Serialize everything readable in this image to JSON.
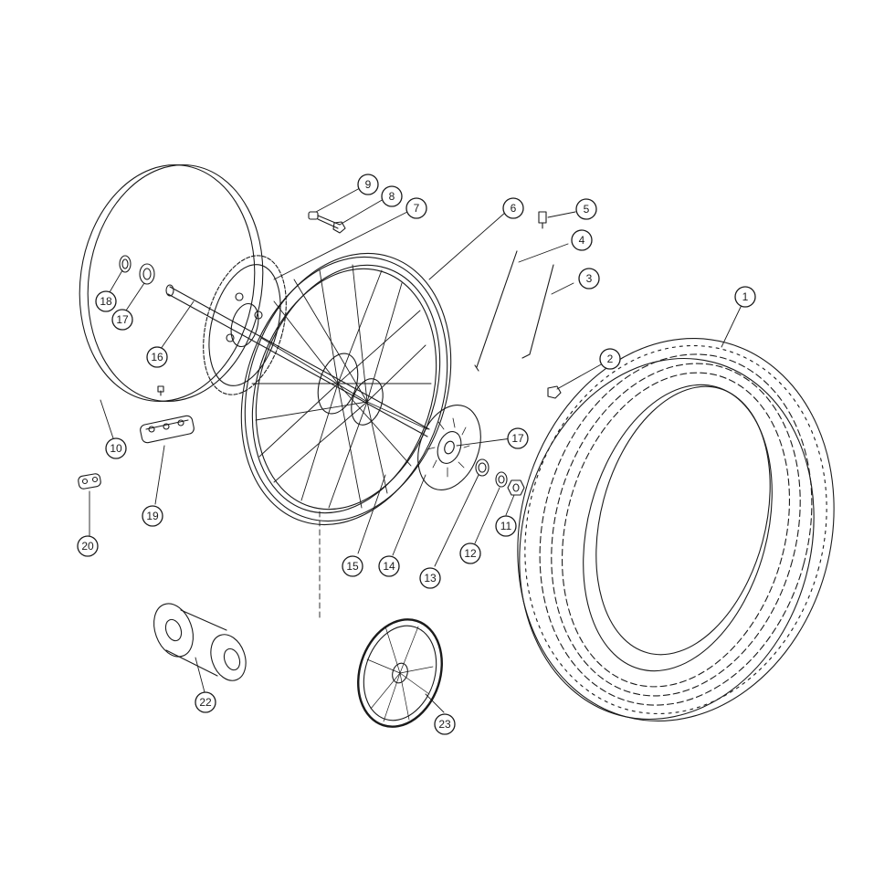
{
  "diagram": {
    "type": "exploded-parts-view",
    "colors": {
      "line": "#1a1a1a",
      "faint": "#9a9a9a",
      "background": "#ffffff"
    },
    "callouts": [
      {
        "id": "c1",
        "label": "1",
        "part": "tyre"
      },
      {
        "id": "c2",
        "label": "2",
        "part": "spoke-nipple-nut"
      },
      {
        "id": "c3",
        "label": "3",
        "part": "spoke-outer"
      },
      {
        "id": "c4",
        "label": "4",
        "part": "spoke-inner"
      },
      {
        "id": "c5",
        "label": "5",
        "part": "valve"
      },
      {
        "id": "c6",
        "label": "6",
        "part": "rim"
      },
      {
        "id": "c7",
        "label": "7",
        "part": "sprocket"
      },
      {
        "id": "c8",
        "label": "8",
        "part": "nut"
      },
      {
        "id": "c9",
        "label": "9",
        "part": "bolt"
      },
      {
        "id": "c10",
        "label": "10",
        "part": "cover-disc"
      },
      {
        "id": "c11",
        "label": "11",
        "part": "nut"
      },
      {
        "id": "c12",
        "label": "12",
        "part": "washer"
      },
      {
        "id": "c13",
        "label": "13",
        "part": "spacer"
      },
      {
        "id": "c14",
        "label": "14",
        "part": "brake-disc"
      },
      {
        "id": "c15",
        "label": "15",
        "part": "wheel-axle"
      },
      {
        "id": "c16",
        "label": "16",
        "part": "axle-shaft"
      },
      {
        "id": "c17a",
        "label": "17",
        "part": "bearing-left"
      },
      {
        "id": "c17b",
        "label": "17",
        "part": "bearing-right"
      },
      {
        "id": "c18",
        "label": "18",
        "part": "seal"
      },
      {
        "id": "c19",
        "label": "19",
        "part": "chain"
      },
      {
        "id": "c20",
        "label": "20",
        "part": "chain-link"
      },
      {
        "id": "c22",
        "label": "22",
        "part": "hub"
      },
      {
        "id": "c23",
        "label": "23",
        "part": "complete-wheel"
      }
    ]
  }
}
